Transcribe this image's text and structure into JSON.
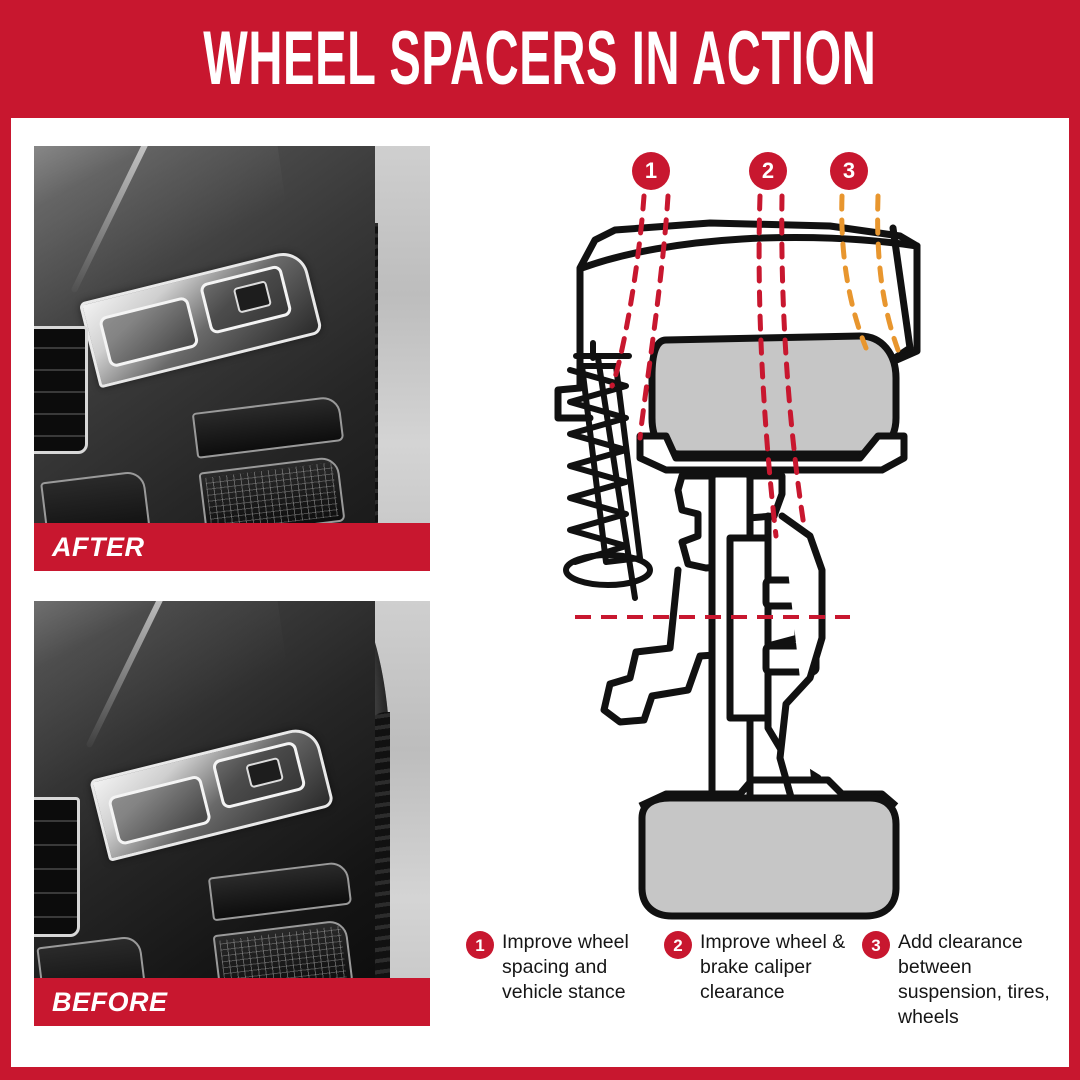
{
  "header": {
    "title": "WHEEL SPACERS IN ACTION"
  },
  "colors": {
    "brand_red": "#C8172F",
    "callout_red": "#C8172F",
    "callout_orange": "#E8962E",
    "tire_gray": "#C6C6C6",
    "outline_black": "#111111",
    "white": "#FFFFFF"
  },
  "photos": [
    {
      "label": "AFTER",
      "alt": "Black and white close-up of BMW front end with wheel spacers installed"
    },
    {
      "label": "BEFORE",
      "alt": "Black and white close-up of BMW front end without wheel spacers"
    }
  ],
  "diagram": {
    "callouts": [
      {
        "number": "1",
        "color": "#C8172F"
      },
      {
        "number": "2",
        "color": "#C8172F"
      },
      {
        "number": "3",
        "color": "#E8962E"
      }
    ],
    "parts": [
      "wheel-well",
      "coil-spring-strut",
      "upper-tire",
      "brake-rotor",
      "wheel-hub",
      "caliper",
      "control-arm",
      "lower-tire"
    ],
    "centerline": "axle-centerline"
  },
  "legend": [
    {
      "number": "1",
      "text": "Improve wheel spacing and vehicle stance"
    },
    {
      "number": "2",
      "text": "Improve wheel & brake caliper clearance"
    },
    {
      "number": "3",
      "text": "Add clearance between suspension, tires, wheels"
    }
  ]
}
